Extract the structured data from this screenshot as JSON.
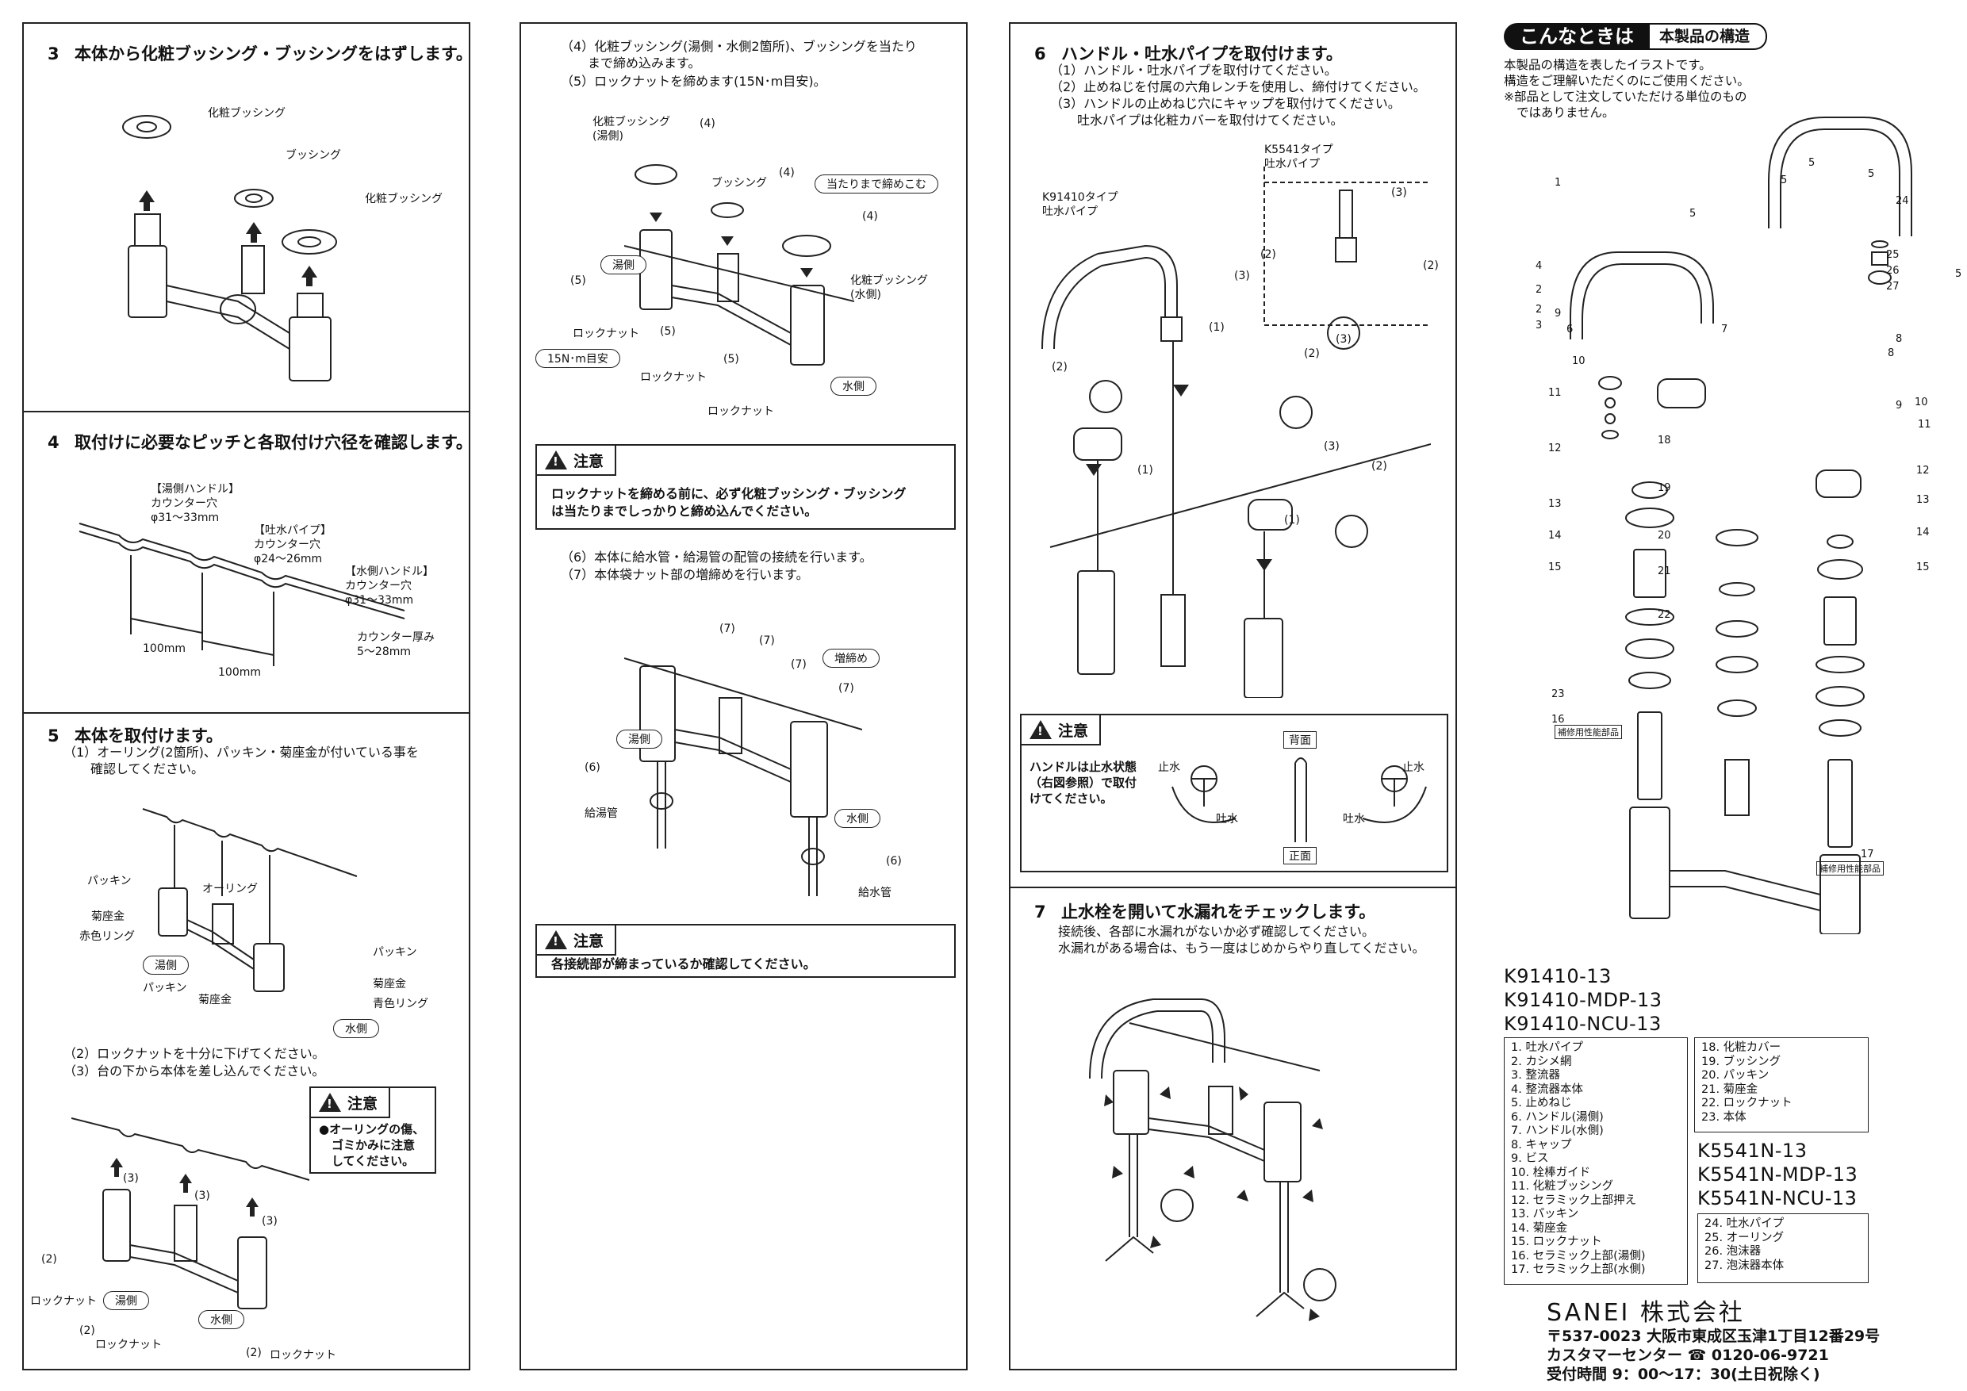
{
  "col1": {
    "s3": {
      "title_num": "3",
      "title": "本体から化粧ブッシング・ブッシングをはずします。",
      "labels": [
        "化粧ブッシング",
        "ブッシング",
        "化粧ブッシング"
      ]
    },
    "s4": {
      "title_num": "4",
      "title": "取付けに必要なピッチと各取付け穴径を確認します。",
      "hot_handle": [
        "【湯側ハンドル】",
        "カウンター穴",
        "φ31〜33mm"
      ],
      "spout": [
        "【吐水パイプ】",
        "カウンター穴",
        "φ24〜26mm"
      ],
      "cold_handle": [
        "【水側ハンドル】",
        "カウンター穴",
        "φ31〜33mm"
      ],
      "counter": [
        "カウンター厚み",
        "5〜28mm"
      ],
      "pitch1": "100mm",
      "pitch2": "100mm"
    },
    "s5": {
      "title_num": "5",
      "title": "本体を取付けます。",
      "step1": [
        "（1）オーリング(2箇所)、パッキン・菊座金が付いている事を",
        "確認してください。"
      ],
      "labels_hot": [
        "パッキン",
        "菊座金",
        "赤色リング",
        "湯側",
        "パッキン",
        "菊座金"
      ],
      "oring": "オーリング",
      "labels_cold": [
        "パッキン",
        "菊座金",
        "青色リング",
        "水側"
      ],
      "step2": "（2）ロックナットを十分に下げてください。",
      "step3": "（3）台の下から本体を差し込んでください。",
      "caution_label": "注意",
      "caution_text": [
        "●オーリングの傷、",
        "ゴミかみに注意",
        "してください。"
      ],
      "marks": [
        "(3)",
        "(3)",
        "(3)",
        "(2)",
        "(2)",
        "(2)"
      ],
      "locknut": [
        "ロックナット",
        "ロックナット",
        "ロックナット"
      ],
      "hot": "湯側",
      "cold": "水側"
    }
  },
  "col2": {
    "step4": [
      "（4）化粧ブッシング(湯側・水側2箇所)、ブッシングを当たり",
      "まで締め込みます。"
    ],
    "step5": "（5）ロックナットを締めます(15N･m目安)。",
    "labels": {
      "bushing_hot": [
        "化粧ブッシング",
        "(湯側)"
      ],
      "bushing": "ブッシング",
      "bushing_cold": [
        "化粧ブッシング",
        "(水側)"
      ],
      "tighten": "当たりまで締めこむ",
      "torque": "15N･m目安",
      "hot": "湯側",
      "cold": "水側",
      "locknut": "ロックナット",
      "m4": "(4)",
      "m5": "(5)"
    },
    "caution1_label": "注意",
    "caution1": [
      "ロックナットを締める前に、必ず化粧ブッシング・ブッシング",
      "は当たりまでしっかりと締め込んでください。"
    ],
    "step6": "（6）本体に給水管・給湯管の配管の接続を行います。",
    "step7": "（7）本体袋ナット部の増締めを行います。",
    "labels2": {
      "retighten": "増締め",
      "hot": "湯側",
      "cold": "水側",
      "hot_pipe": "給湯管",
      "cold_pipe": "給水管",
      "m6": "(6)",
      "m7": "(7)"
    },
    "caution2_label": "注意",
    "caution2": "各接続部が締まっているか確認してください。"
  },
  "col3": {
    "s6": {
      "title_num": "6",
      "title": "ハンドル・吐水パイプを取付けます。",
      "steps": [
        "（1）ハンドル・吐水パイプを取付けてください。",
        "（2）止めねじを付属の六角レンチを使用し、締付けてください。",
        "（3）ハンドルの止めねじ穴にキャップを取付けてください。",
        "吐水パイプは化粧カバーを取付けてください。"
      ],
      "k91410": [
        "K91410タイプ",
        "吐水パイプ"
      ],
      "k5541": [
        "K5541タイプ",
        "吐水パイプ"
      ],
      "m1": "(1)",
      "m2": "(2)",
      "m3": "(3)",
      "caution_label": "注意",
      "caution_text": [
        "ハンドルは止水状態",
        "（右図参照）で取付",
        "けてください。"
      ],
      "back": "背面",
      "front": "正面",
      "stop": "止水",
      "flow": "吐水"
    },
    "s7": {
      "title_num": "7",
      "title": "止水栓を開いて水漏れをチェックします。",
      "text": [
        "接続後、各部に水漏れがないか必ず確認してください。",
        "水漏れがある場合は、もう一度はじめからやり直してください。"
      ]
    }
  },
  "col4": {
    "title_dark": "こんなときは",
    "title_light": "本製品の構造",
    "intro": [
      "本製品の構造を表したイラストです。",
      "構造をご理解いただくのにご使用ください。",
      "※部品として注文していただける単位のもの",
      "ではありません。"
    ],
    "callouts": [
      "1",
      "2",
      "2",
      "3",
      "4",
      "5",
      "5",
      "5",
      "5",
      "5",
      "6",
      "7",
      "8",
      "8",
      "9",
      "9",
      "10",
      "10",
      "11",
      "11",
      "12",
      "12",
      "13",
      "13",
      "14",
      "14",
      "15",
      "15",
      "18",
      "19",
      "20",
      "21",
      "22",
      "23",
      "24",
      "25",
      "26",
      "27",
      "16",
      "17"
    ],
    "repair": "補修用性能部品",
    "models_a": [
      "K91410-13",
      "K91410-MDP-13",
      "K91410-NCU-13"
    ],
    "parts_a": [
      "1.  吐水パイプ",
      "2.  カシメ網",
      "3.  整流器",
      "4.  整流器本体",
      "5.  止めねじ",
      "6.  ハンドル(湯側)",
      "7.  ハンドル(水側)",
      "8.  キャップ",
      "9.  ビス",
      "10.  栓棒ガイド",
      "11.  化粧ブッシング",
      "12.  セラミック上部押え",
      "13.  パッキン",
      "14.  菊座金",
      "15.  ロックナット",
      "16.  セラミック上部(湯側)",
      "17.  セラミック上部(水側)"
    ],
    "parts_b": [
      "18.  化粧カバー",
      "19.  ブッシング",
      "20.  パッキン",
      "21.  菊座金",
      "22.  ロックナット",
      "23.  本体"
    ],
    "models_b": [
      "K5541N-13",
      "K5541N-MDP-13",
      "K5541N-NCU-13"
    ],
    "parts_c": [
      "24.  吐水パイプ",
      "25.  オーリング",
      "26.  泡沫器",
      "27.  泡沫器本体"
    ],
    "company": "SANEI 株式会社",
    "address": "〒537-0023  大阪市東成区玉津1丁目12番29号",
    "center": "カスタマーセンター ☎ 0120-06-9721",
    "hours": "受付時間 9：00〜17：30(土日祝除く)"
  }
}
